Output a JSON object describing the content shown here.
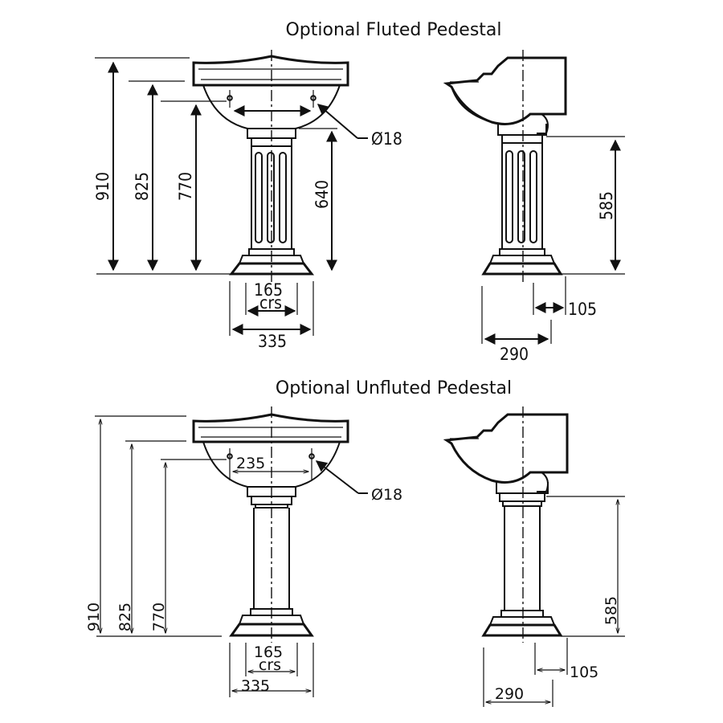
{
  "titles": {
    "fluted": "Optional Fluted Pedestal",
    "unfluted": "Optional Unfluted Pedestal"
  },
  "fluted_front": {
    "h910": "910",
    "h825": "825",
    "h770": "770",
    "h640": "640",
    "hole": "Ø18",
    "crs_value": "165",
    "crs_label": "crs",
    "base_width": "335"
  },
  "fluted_side": {
    "h585": "585",
    "d105": "105",
    "d290": "290"
  },
  "unfluted_front": {
    "h910": "910",
    "h825": "825",
    "h770": "770",
    "tap_crs": "235",
    "hole": "Ø18",
    "crs_value": "165",
    "crs_label": "crs",
    "base_width": "335"
  },
  "unfluted_side": {
    "h585": "585",
    "d105": "105",
    "d290": "290"
  }
}
